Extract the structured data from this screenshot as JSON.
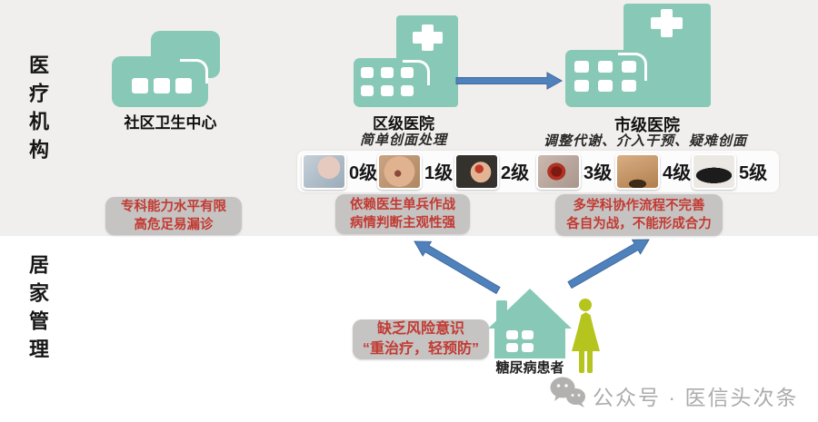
{
  "sections": {
    "medical_label": "医疗机构",
    "home_label": "居家管理"
  },
  "facilities": {
    "community": {
      "name": "社区卫生中心"
    },
    "district": {
      "name": "区级医院",
      "desc": "简单创面处理"
    },
    "city": {
      "name": "市级医院",
      "desc": "调整代谢、介入干预、疑难创面"
    }
  },
  "grades": [
    {
      "label": "0级"
    },
    {
      "label": "1级"
    },
    {
      "label": "2级"
    },
    {
      "label": "3级"
    },
    {
      "label": "4级"
    },
    {
      "label": "5级"
    }
  ],
  "problems": {
    "community": {
      "line1": "专科能力水平有限",
      "line2": "高危足易漏诊"
    },
    "district": {
      "line1": "依赖医生单兵作战",
      "line2": "病情判断主观性强"
    },
    "city": {
      "line1": "多学科协作流程不完善",
      "line2": "各自为战，不能形成合力"
    },
    "patient": {
      "line1": "缺乏风险意识",
      "line2": "“重治疗，轻预防”"
    }
  },
  "patient": {
    "label": "糖尿病患者"
  },
  "watermark": {
    "text": "公众号 · 医信头次条"
  },
  "colors": {
    "building_teal": "#87c9b6",
    "arrow_blue": "#4f81bd",
    "problem_red": "#c23a32",
    "callout_gray": "#c6c4c3",
    "person_green": "#b5c51d",
    "background_top": "#f0efed",
    "background_bottom": "#ffffff"
  }
}
